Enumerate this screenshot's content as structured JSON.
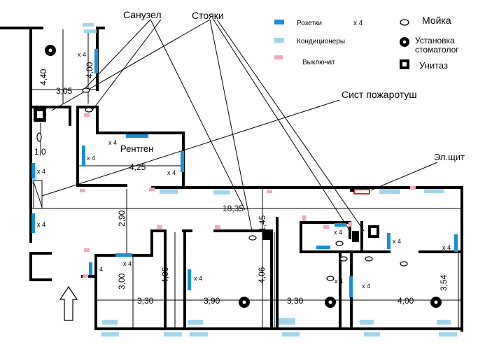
{
  "labels": {
    "sanuzel": "Санузел",
    "stoyaki": "Стояки",
    "sist": "Сист пожаротуш",
    "rentgen": "Рентген",
    "elshchit": "Эл.щит"
  },
  "legend": {
    "rozetki": "Розетки",
    "rozetki_count": "x 4",
    "kondicionery": "Кондиционеры",
    "vyklyuchat": "Выключат",
    "moyka": "Мойка",
    "ustanovka_1": "Установка",
    "ustanovka_2": "стоматолог",
    "unitaz": "Унитаз"
  },
  "dimensions": {
    "d440": "4,40",
    "d400a": "4,00",
    "d305": "3,05",
    "d10": "1,0",
    "d425": "4,25",
    "d1835": "18,35",
    "d290": "2,90",
    "d145": "1,45",
    "d300": "3,00",
    "d406a": "4,06",
    "d406b": "4,06",
    "d354": "3,54",
    "d330a": "3,30",
    "d390": "3,90",
    "d330b": "3,30",
    "d400b": "4,00"
  },
  "outlet_count": "x 4",
  "colors": {
    "wall": "#000000",
    "outlet": "#1a8fd6",
    "ac": "#9fd6ec",
    "switch": "#f2a9bf",
    "panel": "#d9262c"
  }
}
